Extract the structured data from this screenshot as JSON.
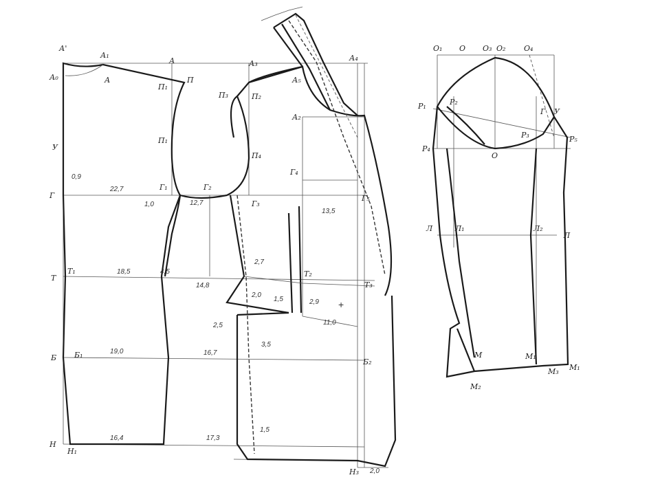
{
  "labels": {
    "A_prime": "А'",
    "A1": "А₁",
    "A_top": "А",
    "A0": "А₀",
    "A_small": "А",
    "P1": "П₁",
    "P_top": "П",
    "P3": "П₃",
    "P2": "П₂",
    "A3": "А₃",
    "A4": "А₄",
    "A5": "А₅",
    "A2": "А₂",
    "U": "У",
    "P_mid": "П₁",
    "P4": "П₄",
    "G": "Г",
    "G1": "Г₁",
    "G2": "Г₂",
    "G4": "Г₄",
    "G3": "Г₃",
    "G5": "Г₅",
    "T": "Т",
    "T1": "Т₁",
    "T2": "Т₂",
    "T3": "Т₃",
    "B": "Б",
    "B1": "Б₁",
    "B2": "Б₂",
    "N": "Н",
    "N1": "Н₁",
    "N3": "Н₃",
    "sO1": "О₁",
    "sO": "О",
    "sO3": "О₃",
    "sO2": "О₂",
    "sO4": "О₄",
    "sP1": "Р₁",
    "sP2": "Р₂",
    "sP3": "Р₃",
    "sP5": "Р₅",
    "sP4": "Р₄",
    "sO_bot": "О",
    "sG": "Г",
    "sY": "У",
    "sL": "Л",
    "sL1": "Л₁",
    "sL2": "Л₂",
    "sL3": "Л",
    "sM": "М",
    "sM1": "М₁",
    "sM2": "М₂",
    "sM3": "М₃",
    "sM4": "М₁"
  },
  "measurements": {
    "m09": "0,9",
    "m227": "22,7",
    "m1": "1,0",
    "m127": "12,7",
    "m135": "13,5",
    "m185": "18,5",
    "m45": "4,5",
    "m148": "14,8",
    "m27": "2,7",
    "m20": "2,0",
    "m15": "1,5",
    "m25": "2,5",
    "m11": "11,0",
    "m190": "19,0",
    "m167": "16,7",
    "m35": "3,5",
    "m164": "16,4",
    "m173": "17,3",
    "m15b": "1,5",
    "m29": "2,9",
    "m20b": "2,0",
    "plus": "+"
  }
}
